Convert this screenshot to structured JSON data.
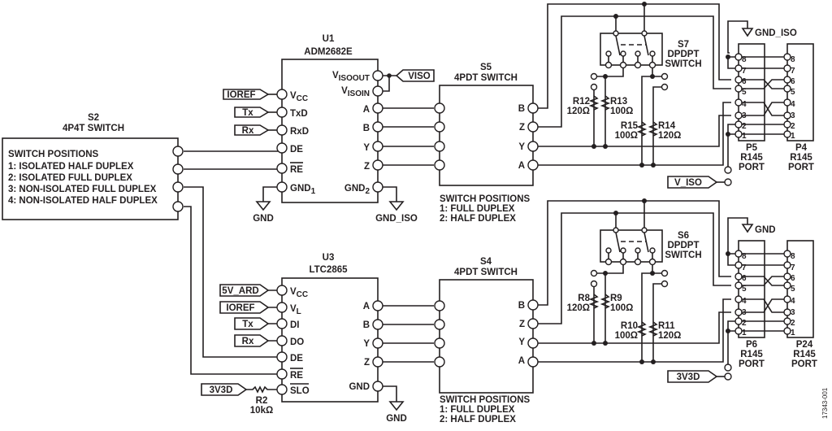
{
  "figure_id": "17343-001",
  "s2": {
    "ref": "S2",
    "type": "4P4T SWITCH",
    "positions_title": "SWITCH POSITIONS",
    "positions": [
      "1: ISOLATED HALF DUPLEX",
      "2: ISOLATED FULL DUPLEX",
      "3: NON-ISOLATED FULL DUPLEX",
      "4: NON-ISOLATED HALF DUPLEX"
    ]
  },
  "u1": {
    "ref": "U1",
    "part": "ADM2682E",
    "left_pins": [
      "VCC",
      "TxD",
      "RxD",
      "DE",
      "RE",
      "GND1"
    ],
    "right_pins": [
      "VISOOUT",
      "VISOIN",
      "A",
      "B",
      "Y",
      "Z",
      "GND2"
    ],
    "inputs": [
      "IOREF",
      "Tx",
      "Rx"
    ],
    "supply_tag": "VISO",
    "gnd_left": "GND",
    "gnd_right": "GND_ISO"
  },
  "u3": {
    "ref": "U3",
    "part": "LTC2865",
    "left_pins": [
      "VCC",
      "VL",
      "DI",
      "DO",
      "DE",
      "RE",
      "SLO"
    ],
    "right_pins": [
      "A",
      "B",
      "Y",
      "Z",
      "GND"
    ],
    "inputs": [
      "5V_ARD",
      "IOREF",
      "Tx",
      "Rx",
      "3V3D"
    ],
    "gnd": "GND",
    "r2": {
      "ref": "R2",
      "value": "10kΩ"
    }
  },
  "s5": {
    "ref": "S5",
    "type": "4PDT SWITCH",
    "right_pins": [
      "B",
      "Z",
      "Y",
      "A"
    ],
    "positions_title": "SWITCH POSITIONS",
    "positions": [
      "1: FULL DUPLEX",
      "2: HALF DUPLEX"
    ]
  },
  "s4": {
    "ref": "S4",
    "type": "4PDT SWITCH",
    "right_pins": [
      "B",
      "Z",
      "Y",
      "A"
    ],
    "positions_title": "SWITCH POSITIONS",
    "positions": [
      "1: FULL DUPLEX",
      "2: HALF DUPLEX"
    ]
  },
  "s7": {
    "ref": "S7",
    "type1": "DPDPT",
    "type2": "SWITCH"
  },
  "s6": {
    "ref": "S6",
    "type1": "DPDPT",
    "type2": "SWITCH"
  },
  "resistors_top": [
    {
      "ref": "R12",
      "value": "120Ω"
    },
    {
      "ref": "R13",
      "value": "100Ω"
    },
    {
      "ref": "R15",
      "value": "100Ω"
    },
    {
      "ref": "R14",
      "value": "120Ω"
    }
  ],
  "resistors_bottom": [
    {
      "ref": "R8",
      "value": "120Ω"
    },
    {
      "ref": "R9",
      "value": "100Ω"
    },
    {
      "ref": "R10",
      "value": "100Ω"
    },
    {
      "ref": "R11",
      "value": "120Ω"
    }
  ],
  "ports_top": {
    "left": {
      "ref": "P5",
      "type": "R145",
      "label": "PORT"
    },
    "right": {
      "ref": "P4",
      "type": "R145",
      "label": "PORT"
    },
    "gnd": "GND_ISO",
    "supply": "V_ISO",
    "pins": [
      "8",
      "7",
      "6",
      "5",
      "4",
      "3",
      "2",
      "1"
    ]
  },
  "ports_bottom": {
    "left": {
      "ref": "P6",
      "type": "R145",
      "label": "PORT"
    },
    "right": {
      "ref": "P24",
      "type": "R145",
      "label": "PORT"
    },
    "gnd": "GND",
    "supply": "3V3D",
    "pins": [
      "8",
      "7",
      "6",
      "5",
      "4",
      "3",
      "2",
      "1"
    ]
  }
}
